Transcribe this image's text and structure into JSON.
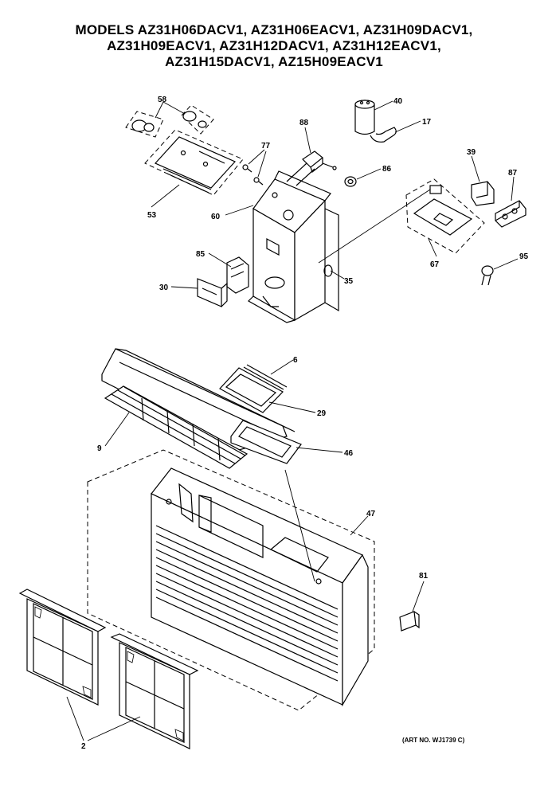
{
  "title": {
    "line1": "MODELS AZ31H06DACV1, AZ31H06EACV1, AZ31H09DACV1,",
    "line2": "AZ31H09EACV1, AZ31H12DACV1, AZ31H12EACV1,",
    "line3": "AZ31H15DACV1, AZ15H09EACV1"
  },
  "parts": [
    {
      "id": "p58",
      "label": "58"
    },
    {
      "id": "p53",
      "label": "53"
    },
    {
      "id": "p77",
      "label": "77"
    },
    {
      "id": "p88",
      "label": "88"
    },
    {
      "id": "p40",
      "label": "40"
    },
    {
      "id": "p17",
      "label": "17"
    },
    {
      "id": "p86",
      "label": "86"
    },
    {
      "id": "p39",
      "label": "39"
    },
    {
      "id": "p87",
      "label": "87"
    },
    {
      "id": "p60",
      "label": "60"
    },
    {
      "id": "p85",
      "label": "85"
    },
    {
      "id": "p30",
      "label": "30"
    },
    {
      "id": "p35",
      "label": "35"
    },
    {
      "id": "p67",
      "label": "67"
    },
    {
      "id": "p95",
      "label": "95"
    },
    {
      "id": "p6",
      "label": "6"
    },
    {
      "id": "p29",
      "label": "29"
    },
    {
      "id": "p9",
      "label": "9"
    },
    {
      "id": "p46",
      "label": "46"
    },
    {
      "id": "p47",
      "label": "47"
    },
    {
      "id": "p81",
      "label": "81"
    },
    {
      "id": "p2",
      "label": "2"
    }
  ],
  "art_number": "(ART NO. WJ1739 C)"
}
